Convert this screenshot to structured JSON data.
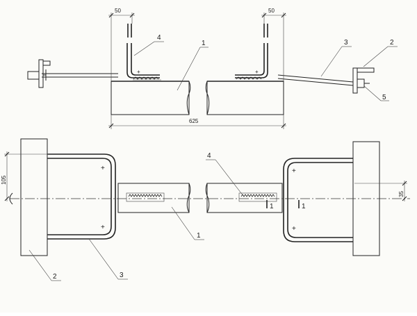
{
  "drawing": {
    "title": "Bolted joint / anchor detail - side view and plan view",
    "dimensions": {
      "top_width": "50",
      "top_width_right": "50",
      "overall_length": "625",
      "left_offset": "105",
      "right_offset": "35"
    },
    "callouts": {
      "top_1": "1",
      "top_2": "2",
      "top_3": "3",
      "top_4": "4",
      "top_5": "5",
      "bot_1": "1",
      "bot_2": "2",
      "bot_3": "3",
      "bot_4": "4"
    },
    "section_marks": {
      "mark_1a": "1",
      "mark_1b": "1"
    }
  },
  "colors": {
    "line": "#222222",
    "paper": "#fbfbf8"
  }
}
